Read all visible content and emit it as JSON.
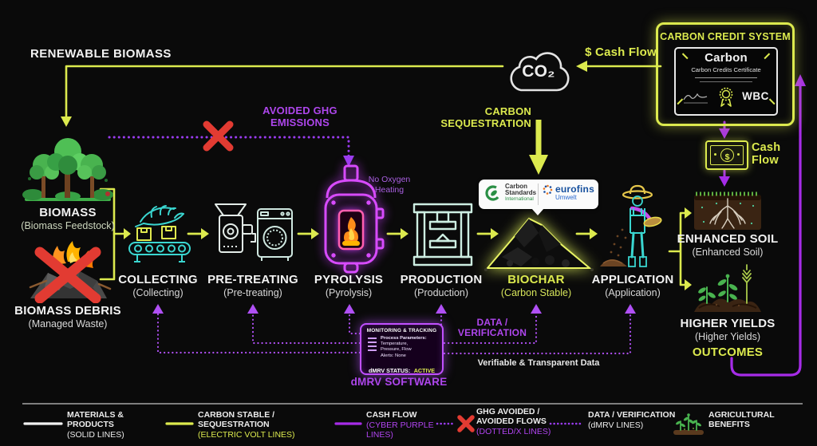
{
  "labels": {
    "renewable_biomass": "RENEWABLE BIOMASS",
    "cash_flow_top": "$ Cash Flow",
    "co2": "CO₂",
    "carbon_sequestration": "CARBON\nSEQUESTRATION",
    "avoided_ghg": "AVOIDED GHG\nEMISSIONS",
    "no_oxygen": "No Oxygen\nHeating",
    "data_verification": "DATA /\nVERIFICATION",
    "verifiable": "Verifiable & Transparent Data",
    "dmrv_software": "dMRV SOFTWARE",
    "outcomes": "OUTCOMES",
    "cash_flow_right": "Cash\nFlow",
    "dollar": "$"
  },
  "credit_system": {
    "title": "CARBON CREDIT SYSTEM",
    "certificate_title": "Carbon",
    "certificate_subtitle": "Carbon Credits Certificate",
    "certificate_org": "WBC"
  },
  "sources": {
    "biomass_title": "BIOMASS",
    "biomass_sub": "(Biomass Feedstock)",
    "debris_title": "BIOMASS DEBRIS",
    "debris_sub": "(Managed Waste)"
  },
  "steps": [
    {
      "title": "COLLECTING",
      "sub": "(Collecting)"
    },
    {
      "title": "PRE-TREATING",
      "sub": "(Pre-treating)"
    },
    {
      "title": "PYROLYSIS",
      "sub": "(Pyrolysis)"
    },
    {
      "title": "PRODUCTION",
      "sub": "(Production)"
    },
    {
      "title": "BIOCHAR",
      "sub": "(Carbon Stable)"
    },
    {
      "title": "APPLICATION",
      "sub": "(Application)"
    }
  ],
  "outcomes_items": [
    {
      "title": "ENHANCED SOIL",
      "sub": "(Enhanced Soil)"
    },
    {
      "title": "HIGHER YIELDS",
      "sub": "(Higher Yields)"
    }
  ],
  "certification_badge": {
    "org1_line1": "Carbon",
    "org1_line2": "Standards",
    "org1_line3": "International",
    "org2_name": "eurofins",
    "org2_sub": "Umwelt"
  },
  "dmrv_box": {
    "title": "MONITORING & TRACKING",
    "rows": [
      "Process Parameters:",
      "Temperature,",
      "Pressure, Flow",
      "Alerts: None"
    ],
    "status_label": "dMRV STATUS:",
    "status_value": "ACTIVE"
  },
  "legend": {
    "items": [
      {
        "title": "MATERIALS & PRODUCTS",
        "sub": "(SOLID LINES)"
      },
      {
        "title": "CARBON STABLE / SEQUESTRATION",
        "sub": "(ELECTRIC VOLT LINES)"
      },
      {
        "title": "CASH FLOW",
        "sub": "(CYBER PURPLE\nLINES)"
      },
      {
        "title": "GHG AVOIDED /\nAVOIDED FLOWS",
        "sub": "(DOTTED/X LINES)"
      },
      {
        "title": "DATA / VERIFICATION",
        "sub": "(dMRV LINES)"
      },
      {
        "title": "AGRICULTURAL\nBENEFITS",
        "sub": ""
      }
    ]
  },
  "colors": {
    "volt": "#dcea4e",
    "purple": "#a62ce8",
    "dmrv_purple": "#b050f5",
    "teal": "#3ad6d0",
    "red_x": "#e23b32",
    "background": "#0a0a0a"
  }
}
